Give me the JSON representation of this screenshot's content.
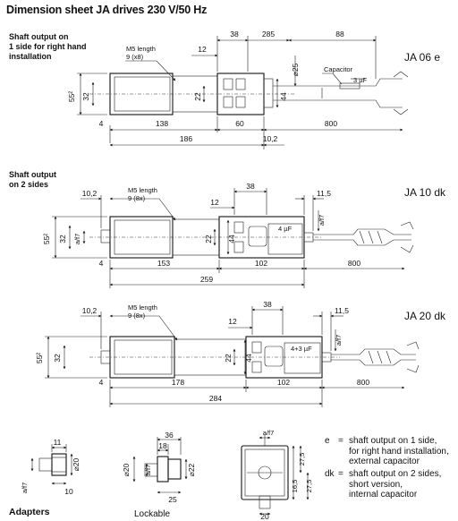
{
  "title": "Dimension sheet JA drives 230 V/50 Hz",
  "sections": {
    "s1": {
      "caption": "Shaft output on\n1 side for right hand\ninstallation",
      "model": "JA 06 e",
      "m5": "M5 length",
      "m5b": "9 (x8)",
      "cap": "Capacitor",
      "uf": "3 µF",
      "d": [
        "38",
        "285",
        "88",
        "12",
        "55²",
        "32",
        "22",
        "44",
        "⌀25",
        "4",
        "138",
        "60",
        "800",
        "186",
        "10,2"
      ]
    },
    "s2": {
      "caption": "Shaft output\non 2 sides",
      "model": "JA 10 dk",
      "m5": "M5 length",
      "m5b": "9 (8x)",
      "uf": "4 µF",
      "d": [
        "10,2",
        "38",
        "11,5",
        "12",
        "55²",
        "32",
        "a/f7",
        "22",
        "44",
        "a/f7",
        "4",
        "153",
        "102",
        "800",
        "259"
      ]
    },
    "s3": {
      "model": "JA 20 dk",
      "m5": "M5 length",
      "m5b": "9 (8x)",
      "uf": "4+3 µF",
      "d": [
        "10,2",
        "38",
        "11,5",
        "12",
        "55²",
        "32",
        "22",
        "44",
        "a/f7",
        "4",
        "178",
        "102",
        "800",
        "284"
      ]
    }
  },
  "bottom": {
    "adapters": "Adapters",
    "lockable": "Lockable",
    "a": [
      "11",
      "⌀20",
      "a/f7",
      "10"
    ],
    "b": [
      "36",
      "18",
      "⌀20",
      "a/f7",
      "⌀22",
      "25"
    ],
    "c": [
      "a/f7",
      "16,5",
      "27,5",
      "27,5",
      "20"
    ]
  },
  "legend": {
    "e_key": "e",
    "e_eq": "=",
    "e_text": "shaft output on 1 side,\nfor right hand installation,\nexternal capacitor",
    "dk_key": "dk",
    "dk_eq": "=",
    "dk_text": "shaft output on 2 sides,\nshort version,\ninternal capacitor"
  }
}
